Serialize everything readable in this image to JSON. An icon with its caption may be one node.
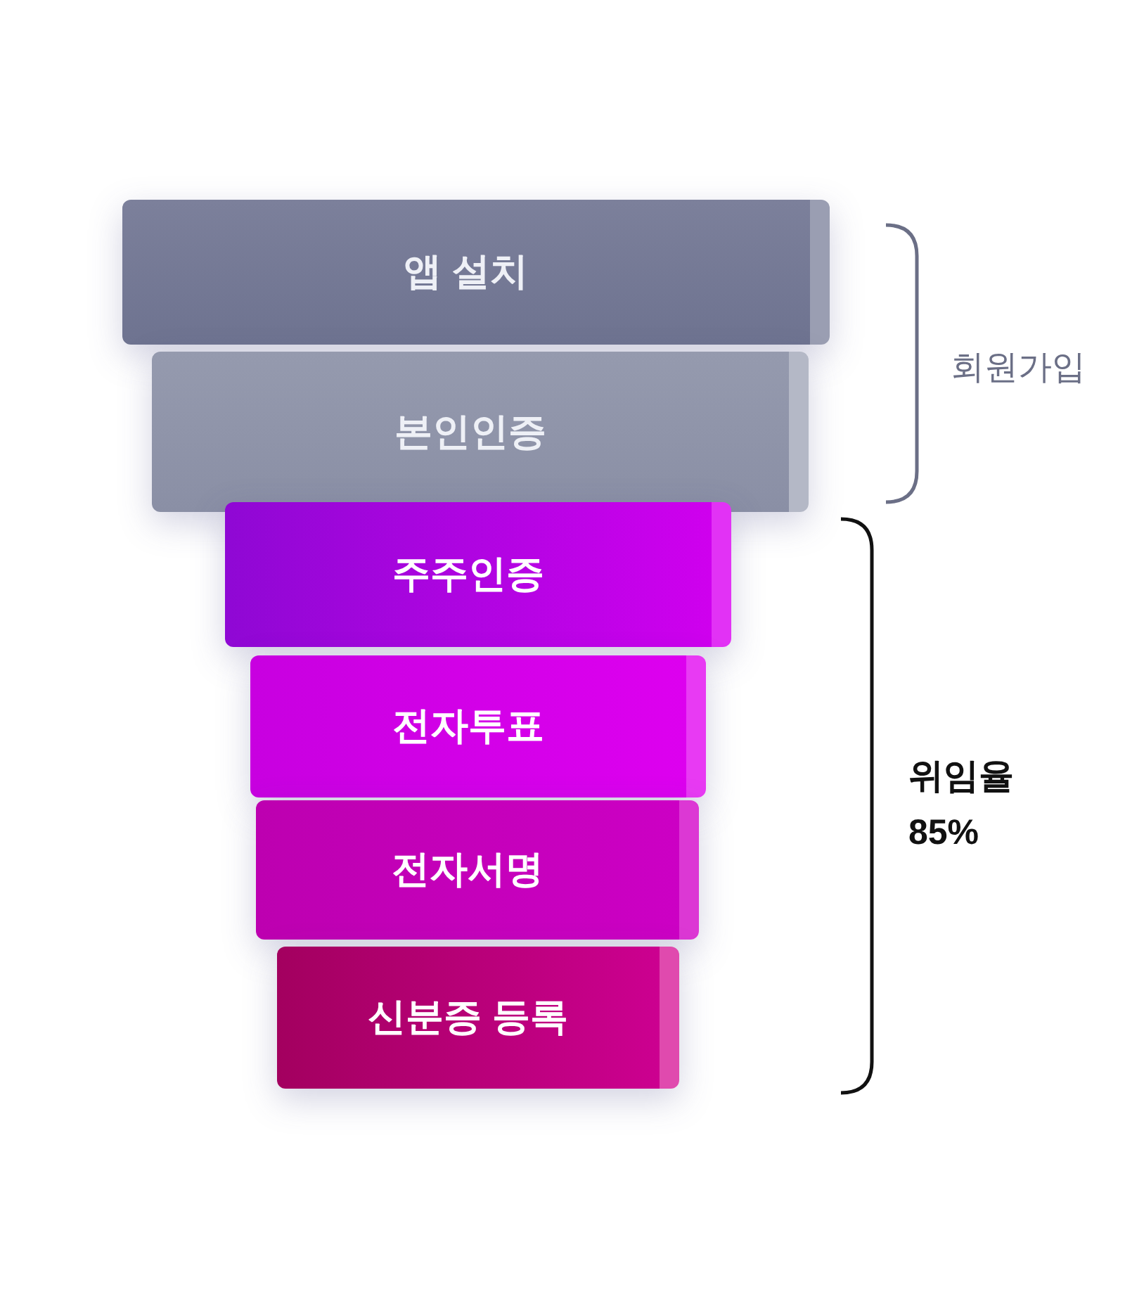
{
  "diagram": {
    "nodes": [
      {
        "text": [
          "앱 설치"
        ]
      },
      {
        "text": [
          "본인인증"
        ]
      },
      {
        "text": [
          "주주인증"
        ]
      },
      {
        "text": [
          "전자투표"
        ]
      },
      {
        "text": [
          "전자서명"
        ]
      },
      {
        "text": [
          "신분증 등록"
        ]
      }
    ],
    "labels": [
      "회원가입",
      "위임율 85%"
    ]
  }
}
